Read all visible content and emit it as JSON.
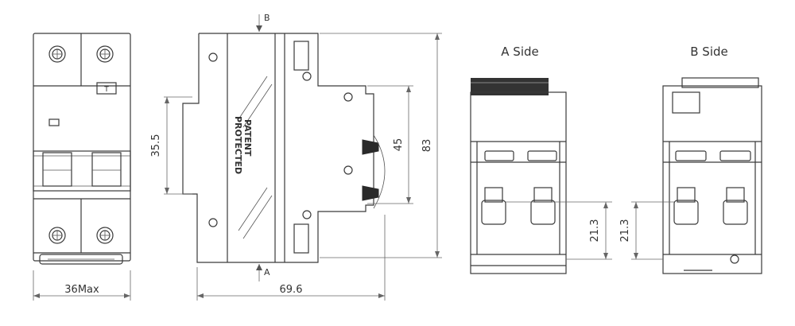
{
  "views": {
    "a_side_title": "A Side",
    "b_side_title": "B Side"
  },
  "markings": {
    "front_label": "T",
    "side_text_line1": "PATENT",
    "side_text_line2": "PROTECTED",
    "section_b": "B",
    "section_a": "A"
  },
  "dimensions": {
    "front_width": "36Max",
    "side_rail_height": "35.5",
    "side_width": "69.6",
    "side_inner_height": "45",
    "side_total_height": "83",
    "a_side_terminal": "21.3",
    "b_side_terminal": "21.3"
  }
}
